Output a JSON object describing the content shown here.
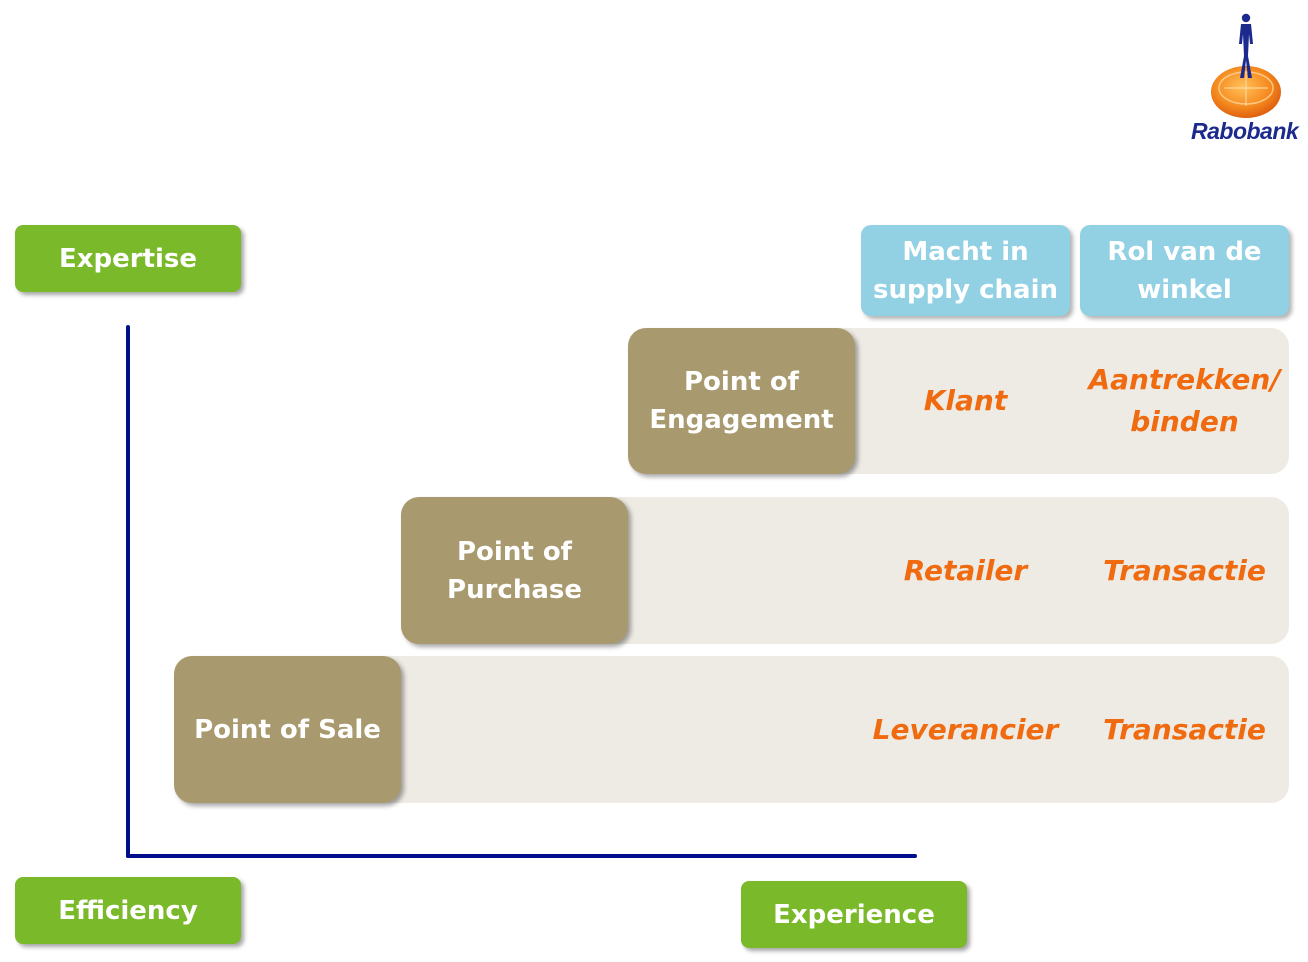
{
  "logo": {
    "text": "Rabobank",
    "icon": "rabobank-logo-icon",
    "color": "#1b2a8c",
    "accent": "#f07d1c"
  },
  "axes": {
    "top_label": "Expertise",
    "origin_label": "Efficiency",
    "right_label": "Experience",
    "color": "#000e8c"
  },
  "headers": {
    "macht": "Macht in supply chain",
    "rol": "Rol van de winkel"
  },
  "rows": [
    {
      "label": "Point of Engagement",
      "macht": "Klant",
      "rol": "Aantrekken/ binden"
    },
    {
      "label": "Point of Purchase",
      "macht": "Retailer",
      "rol": "Transactie"
    },
    {
      "label": "Point of Sale",
      "macht": "Leverancier",
      "rol": "Transactie"
    }
  ],
  "colors": {
    "green": "#7ab929",
    "blue": "#92d1e4",
    "tan": "#a89a6e",
    "band": "#eeebe4",
    "value_text": "#f06a0f"
  }
}
